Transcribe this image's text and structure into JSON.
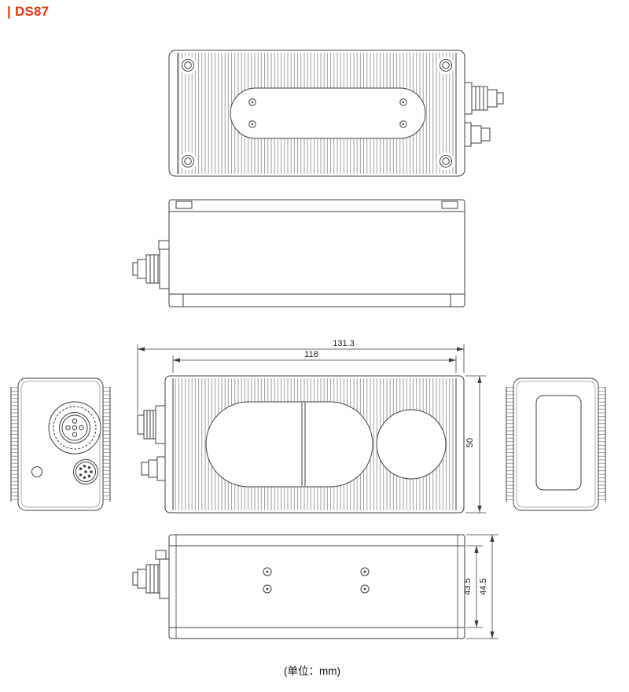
{
  "page": {
    "title_prefix": "|",
    "title": "DS87",
    "units_note": "(单位：mm)"
  },
  "dimensions": {
    "overall_length": "131.3",
    "body_length": "118",
    "height": "50",
    "inner_depth": "43.5",
    "overall_depth": "44.5"
  },
  "colors": {
    "accent": "#e8380d",
    "line": "#3c3c3c"
  }
}
